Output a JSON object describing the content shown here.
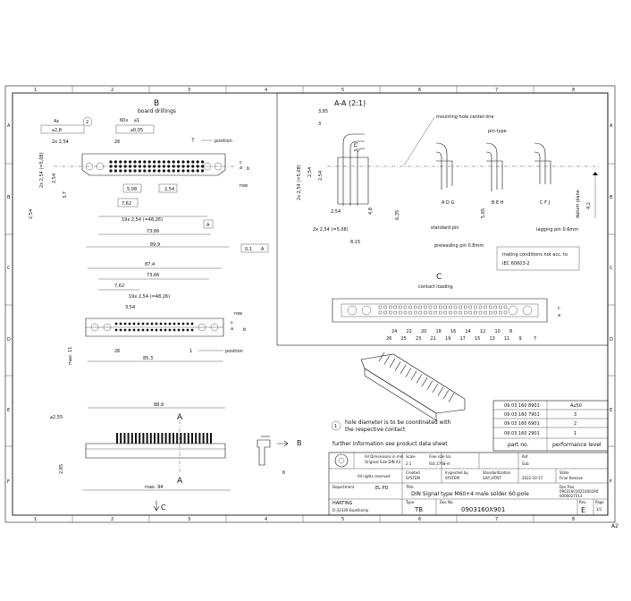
{
  "frame": {
    "top_zones": [
      "1",
      "2",
      "3",
      "4",
      "5",
      "6",
      "7",
      "8"
    ],
    "bottom_zones": [
      "1",
      "2",
      "3",
      "4",
      "5",
      "6",
      "7",
      "8"
    ],
    "left_zones": [
      "A",
      "B",
      "C",
      "D",
      "E",
      "F"
    ],
    "right_zones": [
      "A",
      "B",
      "C",
      "D",
      "E",
      "F"
    ],
    "corner_mark": "A2"
  },
  "view_b": {
    "title": "B",
    "subtitle": "board drillings",
    "hole_count_a": "4x",
    "hole_dia_a": "⌀2,8",
    "hole_count_b": "60x",
    "hole_dia_b": "⌀1",
    "tol_pos": "⌀0,05",
    "balloon_2": "2",
    "pitch_x": "2x 2,54",
    "dim_26": "26",
    "dim_7": "7",
    "position": "position",
    "row": "row",
    "row_c": "c",
    "row_a": "a",
    "row_b": "b",
    "v_254": "2,54",
    "v_254x2": "2x 2,54 (=5,08)",
    "v_37": "3,7",
    "v_508": "5,08",
    "v_254b": "2,54",
    "v_762": "7,62",
    "v_19x": "19x 2,54 (=48,26)",
    "v_7366": "73,66",
    "v_899": "89,9",
    "flat_tol": "0,1",
    "flat_ref": "A",
    "ref_a": "A"
  },
  "view_front": {
    "w_874": "87,4",
    "w_7366": "73,66",
    "w_762": "7,62",
    "w_19x": "19x 2,54 (=48,26)",
    "w_354": "3,54",
    "row": "row",
    "row_c": "c",
    "row_a": "a",
    "row_b": "b",
    "dim_26": "26",
    "dim_1": "1",
    "position": "position",
    "max11": "max. 11",
    "w_853": "85,3"
  },
  "view_side": {
    "w_889": "88,9",
    "hole": "⌀2,55",
    "h_285": "2,85",
    "max94": "max. 94",
    "sec_a": "A",
    "sec_a2": "A",
    "view_c": "C",
    "view_b": "B",
    "side_dim": "6"
  },
  "section_aa": {
    "title": "A-A (2:1)",
    "d_385": "3,85",
    "d_3": "3",
    "d_375": "3,75",
    "d_254x2": "2x 2,54 (=5,08)",
    "d_254": "2,54",
    "d_254b": "2,54",
    "d_48": "4,8",
    "d_635": "6,35",
    "d_815": "8,15",
    "d_565": "5,65",
    "d_42": "4,2",
    "d_254c": "2x 2,54 (=5,08)",
    "mounting": "mounting hole center-line",
    "pintype": "pin-type",
    "grp1": "A D G",
    "grp2": "B E H",
    "grp3": "C F J",
    "standard": "standard pin",
    "preleading": "preleading pin 0.8mm",
    "lagging": "lagging pin 0.6mm",
    "datum": "datum plane",
    "mating1": "mating conditions not acc. to",
    "mating2": "IEC 60603-2"
  },
  "contact_view": {
    "title": "C",
    "subtitle": "contact loading",
    "row_c": "c",
    "row_a": "a",
    "numbers": [
      "26",
      "25",
      "23",
      "21",
      "19",
      "17",
      "15",
      "13",
      "11",
      "9",
      "7"
    ],
    "numbers_top": [
      "24",
      "22",
      "20",
      "18",
      "16",
      "14",
      "12",
      "10",
      "8"
    ]
  },
  "notes": {
    "balloon_1": "1",
    "balloon_2": "2",
    "note1": "hole diameter is to be coordinated with",
    "note1b": "the respective contact",
    "note2": "further information see product data sheet"
  },
  "parts_table": {
    "rows": [
      {
        "part": "09 03 160 8901",
        "perf": "Au50"
      },
      {
        "part": "09 03 160 7901",
        "perf": "3"
      },
      {
        "part": "09 03 160 6901",
        "perf": "2"
      },
      {
        "part": "09 03 160 2901",
        "perf": "1"
      }
    ],
    "col_part": "part no.",
    "col_perf": "performance level"
  },
  "title_block": {
    "dims_note1": "All Dimensions in mm",
    "dims_note2": "Original Size DIN A3",
    "rights": "All rights reserved",
    "scale_lbl": "Scale",
    "scale_val": "2:1",
    "free_lbl": "Free size tol.",
    "free_val": "ISO 2768-m",
    "ref_lbl": "Ref.",
    "sub_lbl": "Sub",
    "created_lbl": "Created",
    "created_val": "SYSTEM",
    "inspected_lbl": "Inspected by",
    "inspected_val": "SYSTEM",
    "std_lbl": "Standardization",
    "std_val": "SAP_HTNT",
    "date_val": "2022-10-17",
    "state_lbl": "State",
    "state_val": "Final Release",
    "dept_lbl": "Department",
    "dept_val": "EL PD",
    "rev_lbl": "Doc Rev.",
    "rev_val1": "09031601021000290",
    "rev_val2": "0000027513",
    "title_lbl": "Title",
    "title_val": "DIN Signal type M60+4 male solder 60-pole",
    "company1": "HARTING",
    "company2": "D-32339 Espelkamp",
    "type_lbl": "Type",
    "type_val": "TB",
    "docno_lbl": "Doc No.",
    "docno_val": "0903160X901",
    "rev2_lbl": "Rev.",
    "rev2_val": "E",
    "page_lbl": "Page",
    "page_val": "1/1"
  }
}
